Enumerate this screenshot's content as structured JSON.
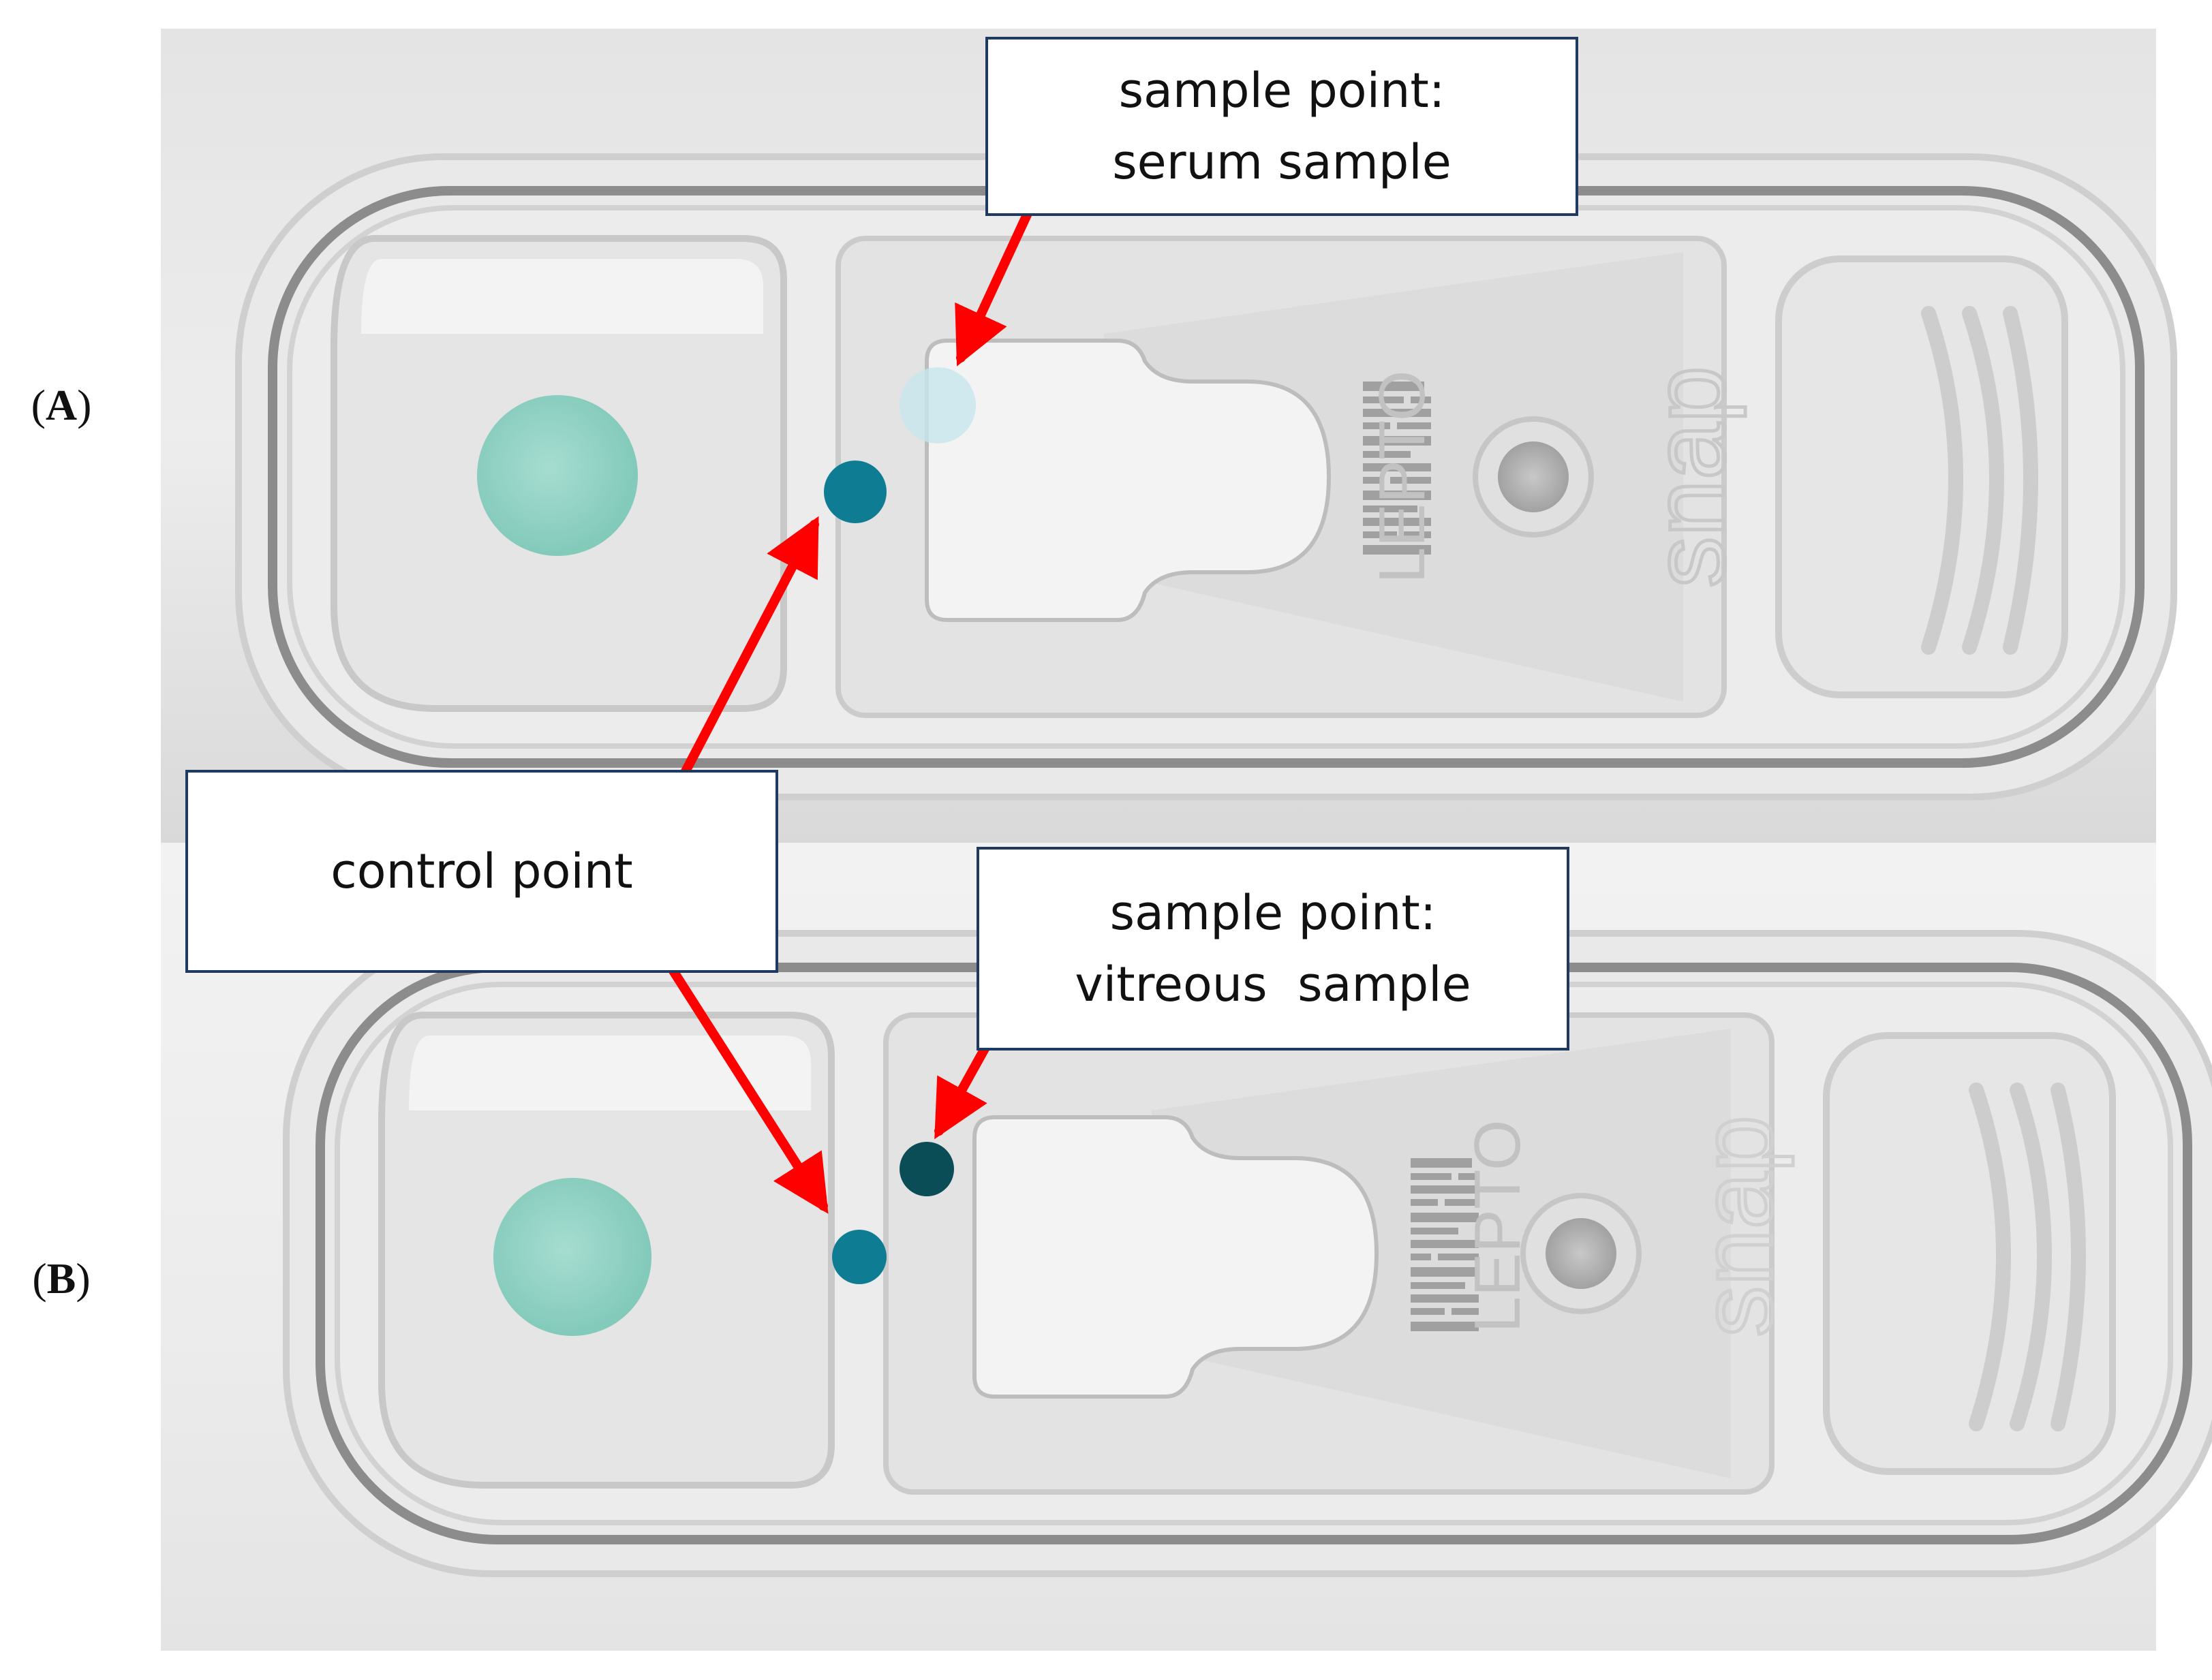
{
  "panels": [
    {
      "letter": "A",
      "test_label": "LEPTO",
      "brand": "snap"
    },
    {
      "letter": "B",
      "test_label": "LEPTO",
      "brand": "snap"
    }
  ],
  "callouts": {
    "serum": {
      "line1": "sample point:",
      "line2": "serum sample"
    },
    "control": {
      "line1": "control point"
    },
    "vitreous": {
      "line1": "sample point:",
      "line2": "vitreous  sample"
    }
  },
  "colors": {
    "arrow": "#ff0000",
    "reagent": "#8fd3c4",
    "control_spot": "#0e7d93",
    "vitreous_spot": "#0b4d57",
    "serum_spot": "#bfe3ea"
  }
}
